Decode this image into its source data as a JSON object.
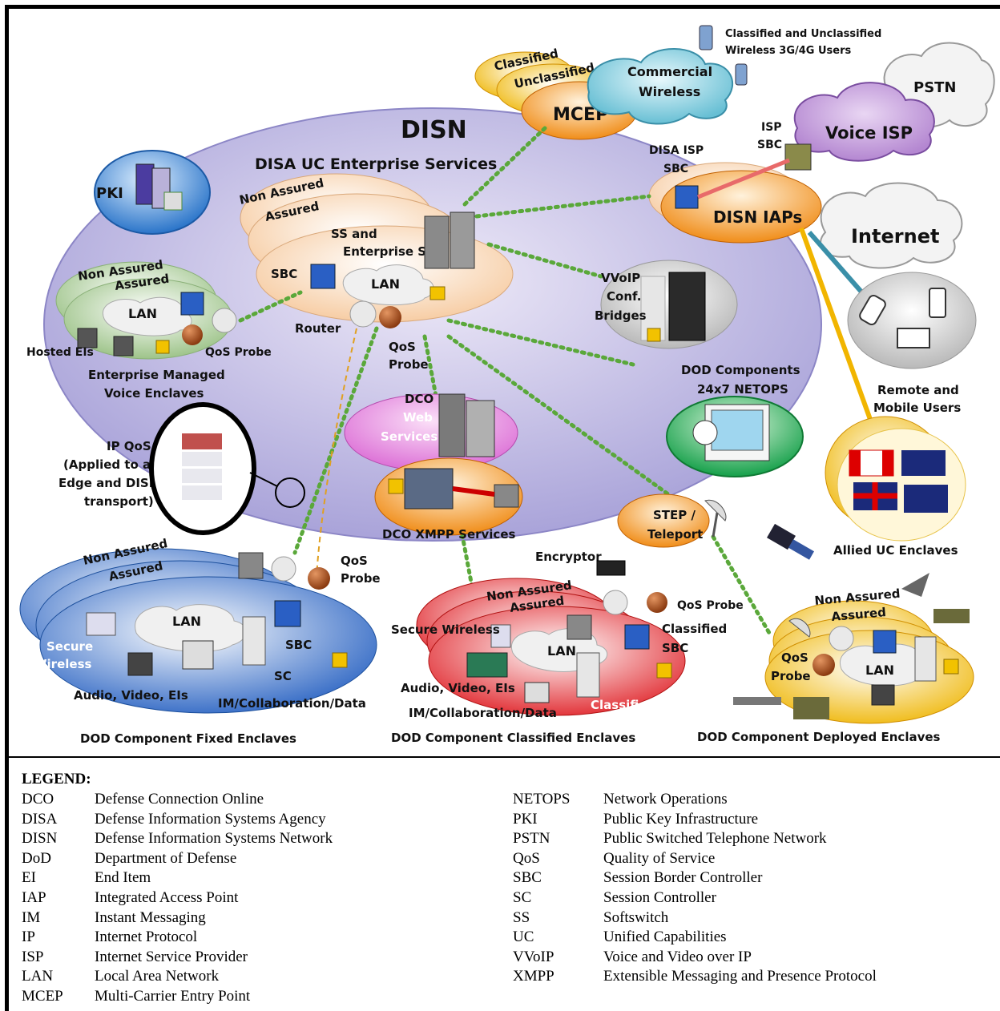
{
  "diagram": {
    "disn_title": "DISN",
    "disa_uc_title": "DISA UC Enterprise Services",
    "pki": "PKI",
    "mcep": {
      "classified": "Classified",
      "unclassified": "Unclassified",
      "label": "MCEP"
    },
    "commercial_wireless": [
      "Commercial",
      "Wireless"
    ],
    "wireless_users": [
      "Classified and Unclassified",
      "Wireless 3G/4G Users"
    ],
    "pstn": "PSTN",
    "voice_isp": "Voice ISP",
    "isp_sbc": [
      "ISP",
      "SBC"
    ],
    "disa_isp_sbc": [
      "DISA ISP",
      "SBC"
    ],
    "disn_iaps": "DISN IAPs",
    "internet": "Internet",
    "core": {
      "non_assured": "Non Assured",
      "assured": "Assured",
      "ss_enterprise": [
        "SS and",
        "Enterprise SC"
      ],
      "sbc": "SBC",
      "lan": "LAN",
      "router": "Router",
      "qos_probe": [
        "QoS",
        "Probe"
      ]
    },
    "enterprise_enclave": {
      "non_assured": "Non Assured",
      "assured": "Assured",
      "lan": "LAN",
      "hosted_eis": "Hosted EIs",
      "qos_probe": "QoS Probe",
      "caption": [
        "Enterprise Managed",
        "Voice  Enclaves"
      ]
    },
    "vvoip": [
      "VVoIP",
      "Conf.",
      "Bridges"
    ],
    "remote_users": [
      "Remote and",
      "Mobile Users"
    ],
    "netops": [
      "DOD Components",
      "24x7 NETOPS"
    ],
    "dco_web": [
      "DCO",
      "Web",
      "Services"
    ],
    "dco_xmpp": "DCO XMPP Services",
    "ip_qos": [
      "IP QoS",
      "(Applied to all",
      "Edge and DISN",
      "transport)"
    ],
    "allied": "Allied UC Enclaves",
    "step": [
      "STEP /",
      "Teleport"
    ],
    "fixed": {
      "non_assured": "Non Assured",
      "assured": "Assured",
      "lan": "LAN",
      "secure_wireless": [
        "Secure",
        "Wireless"
      ],
      "sbc": "SBC",
      "sc": "SC",
      "av": "Audio, Video, EIs",
      "im": "IM/Collaboration/Data",
      "qos_probe": [
        "QoS",
        "Probe"
      ],
      "caption": "DOD Component Fixed Enclaves"
    },
    "classified": {
      "encryptor": "Encryptor",
      "non_assured": "Non Assured",
      "assured": "Assured",
      "qos_probe": "QoS Probe",
      "secure_wireless": "Secure Wireless",
      "classified_sbc": [
        "Classified",
        "SBC"
      ],
      "lan": "LAN",
      "av": "Audio, Video, EIs",
      "im": "IM/Collaboration/Data",
      "classified_sc": "Classified SC",
      "caption": "DOD Component Classified Enclaves"
    },
    "deployed": {
      "non_assured": "Non Assured",
      "assured": "Assured",
      "qos_probe": [
        "QoS",
        "Probe"
      ],
      "lan": "LAN",
      "caption": "DOD Component Deployed Enclaves"
    }
  },
  "legend": {
    "title": "LEGEND:",
    "left": [
      {
        "abbr": "DCO",
        "def": "Defense Connection Online"
      },
      {
        "abbr": "DISA",
        "def": "Defense Information Systems Agency"
      },
      {
        "abbr": "DISN",
        "def": "Defense Information Systems Network"
      },
      {
        "abbr": "DoD",
        "def": "Department of  Defense"
      },
      {
        "abbr": "EI",
        "def": "End Item"
      },
      {
        "abbr": "IAP",
        "def": "Integrated Access Point"
      },
      {
        "abbr": "IM",
        "def": "Instant Messaging"
      },
      {
        "abbr": "IP",
        "def": "Internet Protocol"
      },
      {
        "abbr": "ISP",
        "def": "Internet Service Provider"
      },
      {
        "abbr": "LAN",
        "def": "Local Area Network"
      },
      {
        "abbr": "MCEP",
        "def": "Multi-Carrier Entry Point"
      }
    ],
    "right": [
      {
        "abbr": "NETOPS",
        "def": "Network Operations"
      },
      {
        "abbr": "PKI",
        "def": "Public Key Infrastructure"
      },
      {
        "abbr": "PSTN",
        "def": "Public Switched Telephone Network"
      },
      {
        "abbr": "QoS",
        "def": "Quality of Service"
      },
      {
        "abbr": "SBC",
        "def": "Session Border Controller"
      },
      {
        "abbr": "SC",
        "def": "Session Controller"
      },
      {
        "abbr": "SS",
        "def": "Softswitch"
      },
      {
        "abbr": "UC",
        "def": "Unified Capabilities"
      },
      {
        "abbr": "VVoIP",
        "def": "Voice and Video over IP"
      },
      {
        "abbr": "XMPP",
        "def": "Extensible Messaging and Presence Protocol"
      }
    ]
  }
}
